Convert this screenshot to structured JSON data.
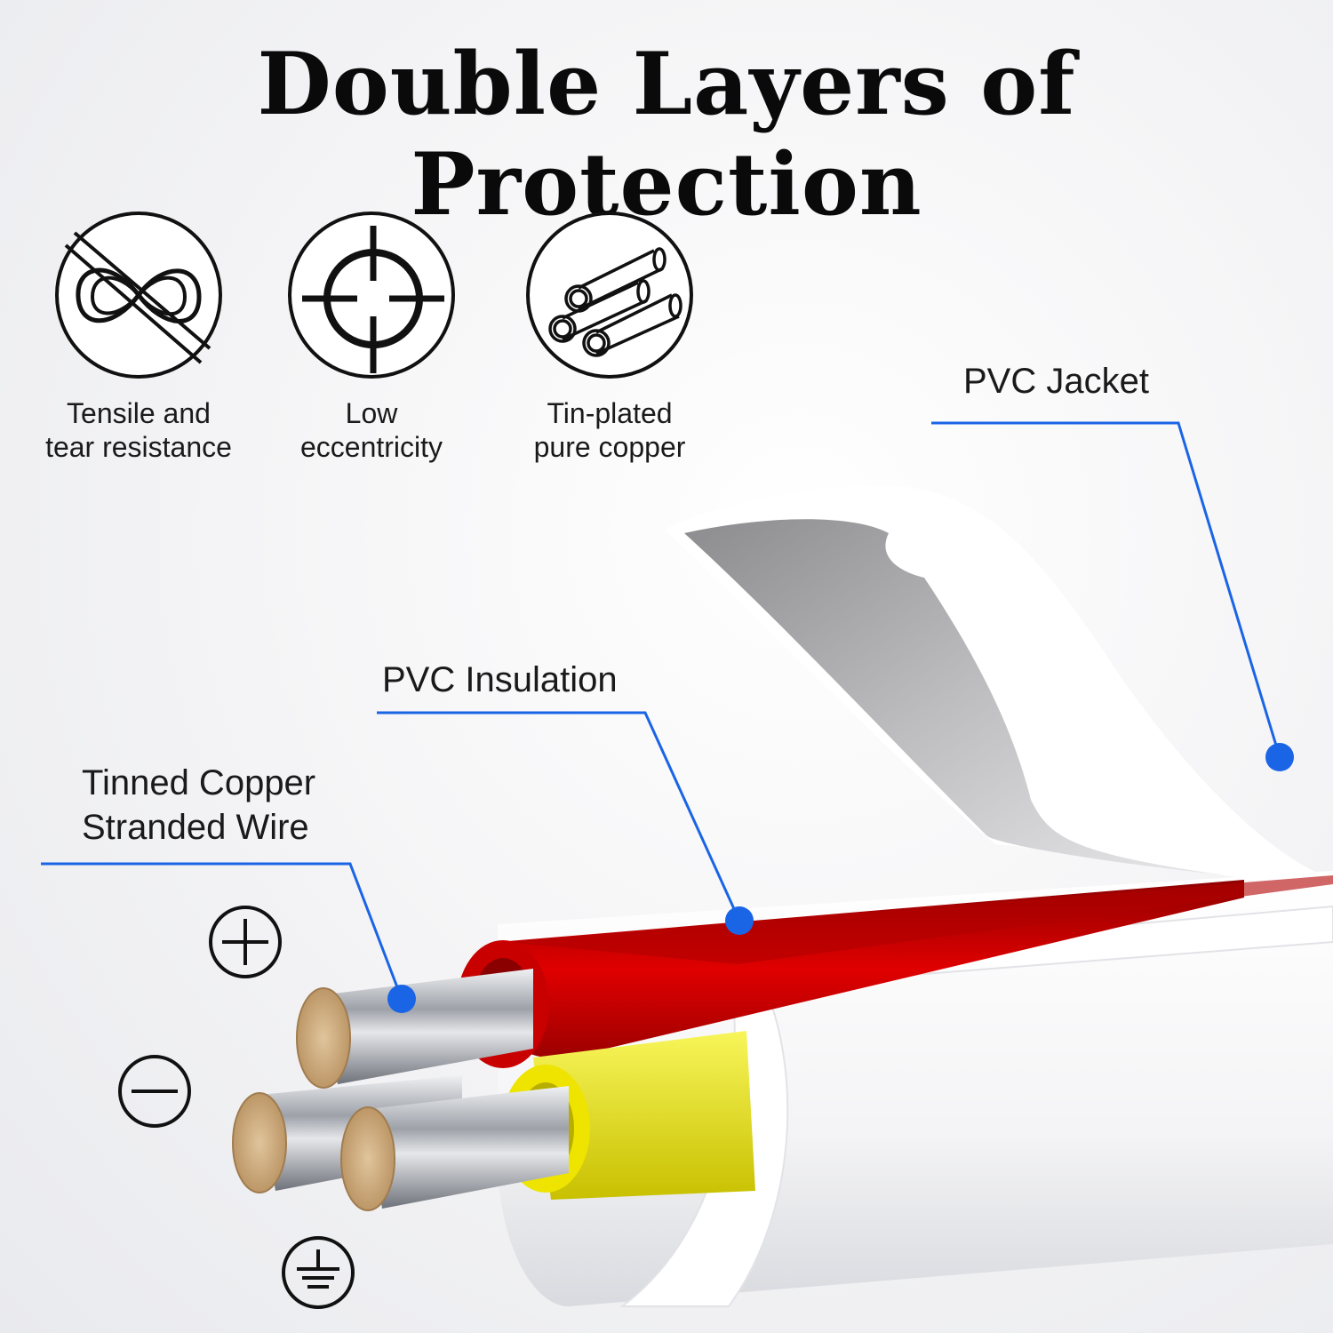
{
  "title": "Double Layers of Protection",
  "features": [
    {
      "icon": "infinity-knot-icon",
      "line1": "Tensile and",
      "line2": "tear resistance"
    },
    {
      "icon": "crosshair-icon",
      "line1": "Low",
      "line2": "eccentricity"
    },
    {
      "icon": "copper-strands-icon",
      "line1": "Tin-plated",
      "line2": "pure copper"
    }
  ],
  "callouts": {
    "jacket": "PVC Jacket",
    "insulation": "PVC Insulation",
    "wire_line1": "Tinned Copper",
    "wire_line2": "Stranded Wire"
  },
  "symbols": [
    "plus-symbol-icon",
    "minus-symbol-icon",
    "ground-symbol-icon"
  ],
  "colors": {
    "callout_line": "#1a64e6",
    "live_wire": "#d40000",
    "neutral_wire": "#f2ec00",
    "copper": "#c9a87c",
    "jacket": "#ffffff"
  }
}
